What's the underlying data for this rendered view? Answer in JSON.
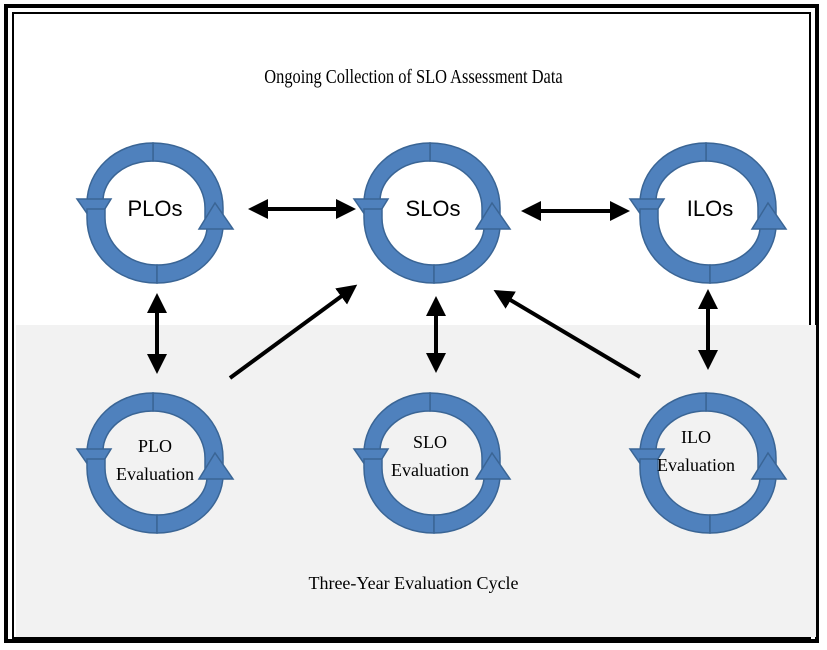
{
  "diagram": {
    "title": "Ongoing Collection of SLO Assessment Data",
    "footer": "Three-Year Evaluation Cycle",
    "top_cycles": [
      {
        "label": "PLOs"
      },
      {
        "label": "SLOs"
      },
      {
        "label": "ILOs"
      }
    ],
    "bottom_cycles": [
      {
        "line1": "PLO",
        "line2": "Evaluation"
      },
      {
        "line1": "SLO",
        "line2": "Evaluation"
      },
      {
        "line1": "ILO",
        "line2": "Evaluation"
      }
    ],
    "colors": {
      "arrow_fill": "#4f81bd",
      "arrow_stroke": "#3a6595",
      "connector": "#000000",
      "band": "#f2f2f2"
    }
  }
}
